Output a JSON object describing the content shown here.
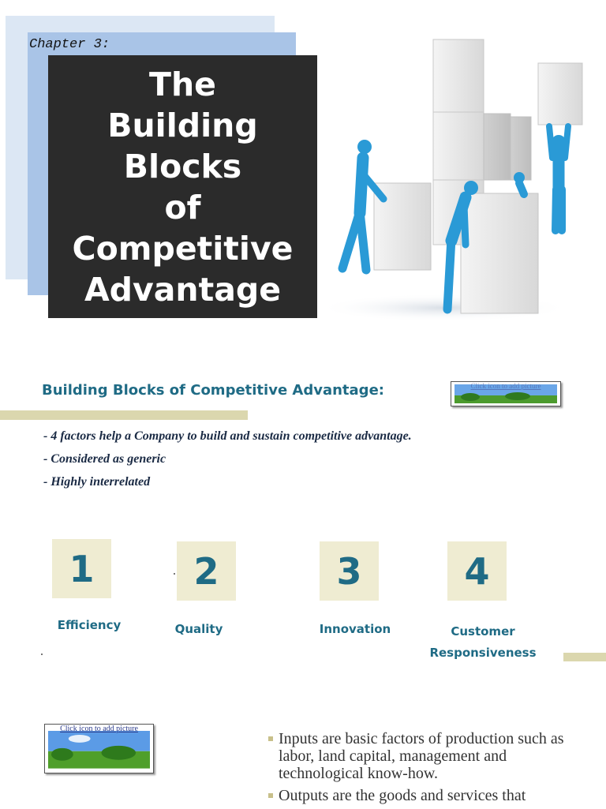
{
  "slide1": {
    "chapter_label": "Chapter 3:",
    "title": "The\nBuilding\nBlocks\nof\nCompetitive\nAdvantage"
  },
  "slide2": {
    "heading": "Building Blocks of Competitive Advantage:",
    "bullets": [
      "- 4 factors help a Company to build and sustain competitive advantage.",
      "- Considered as generic",
      "- Highly interrelated"
    ],
    "factors": [
      {
        "number": "1",
        "label": "Efficiency"
      },
      {
        "number": "2",
        "label": "Quality"
      },
      {
        "number": "3",
        "label": "Innovation"
      },
      {
        "number": "4",
        "label": "Customer\nResponsiveness"
      }
    ],
    "pic_caption": "Click icon to add picture"
  },
  "slide3": {
    "pic_caption": "Click icon to add picture",
    "bullets": [
      "Inputs are basic factors of production such as labor, land capital, management and technological know-how.",
      "Outputs are the goods and services that"
    ]
  },
  "colors": {
    "accent_teal": "#1f6b85",
    "title_box": "#2b2b2b",
    "light_blue": "#dce7f4",
    "mid_blue": "#a9c4e7",
    "beige": "#efecd2",
    "figure_blue": "#2a9ad6"
  }
}
